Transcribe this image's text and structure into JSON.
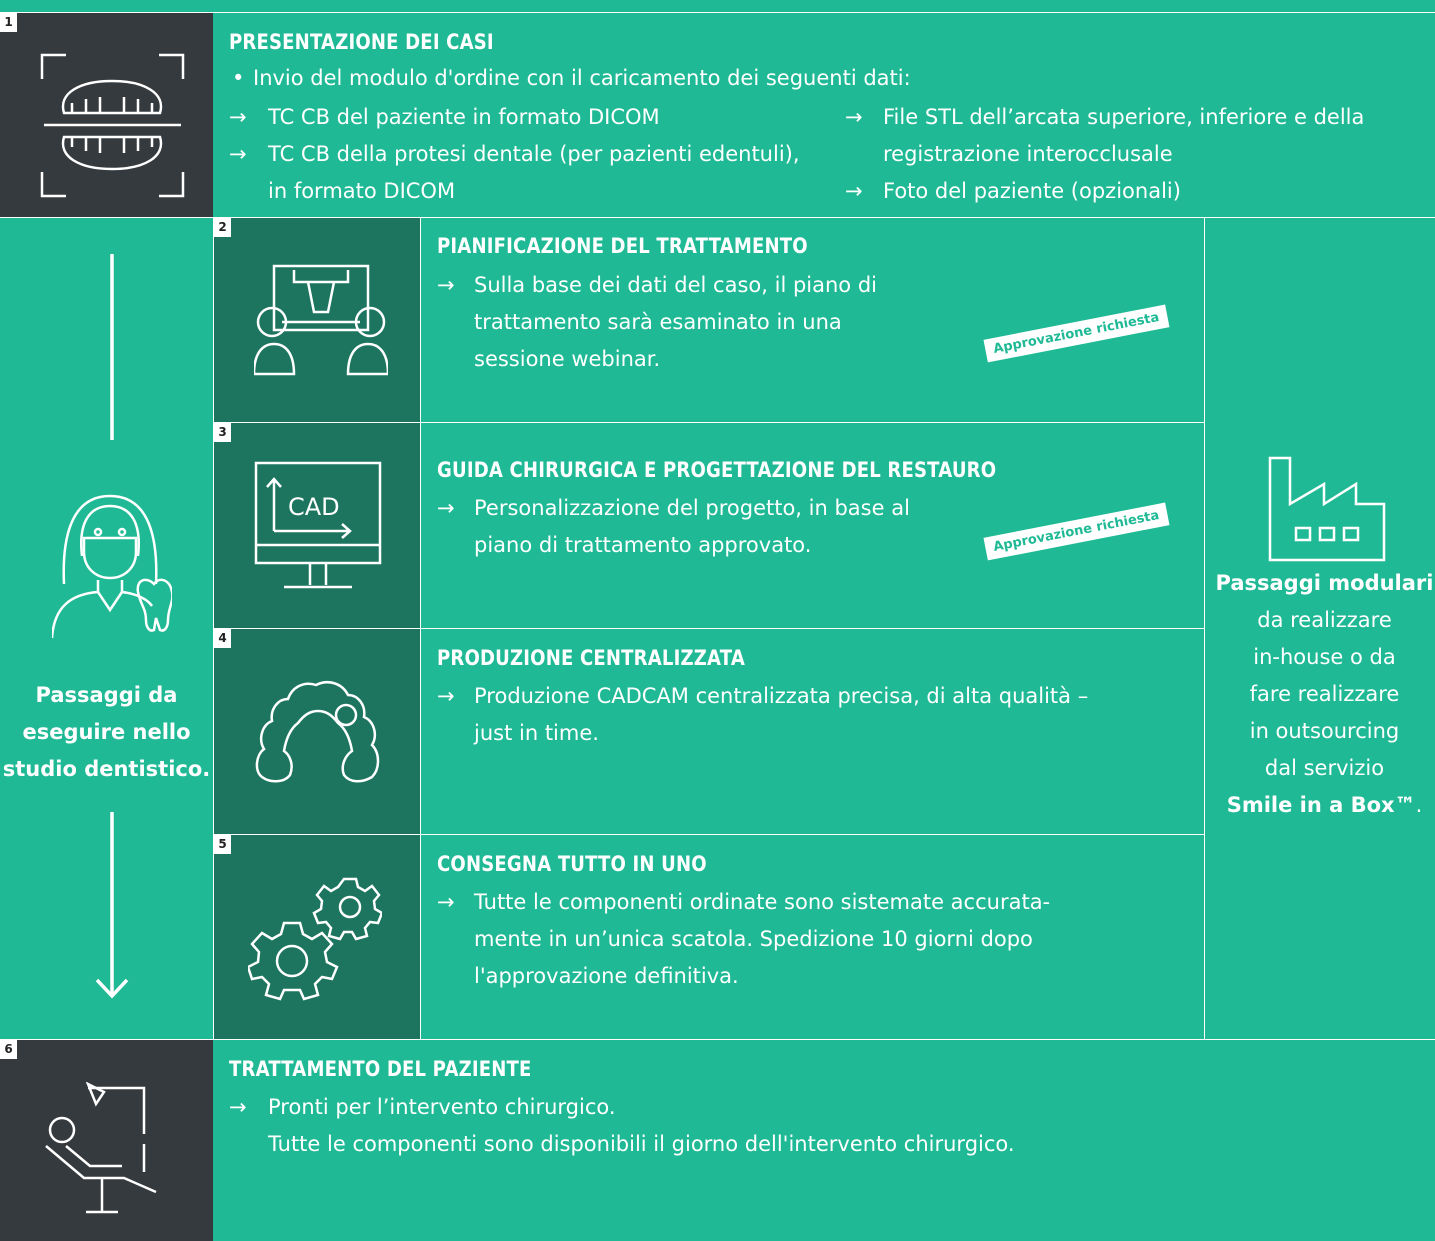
{
  "steps": {
    "s1": {
      "num": "1",
      "title": "PRESENTAZIONE DEI CASI",
      "intro": "Invio del modulo d'ordine con il caricamento dei seguenti dati:",
      "left": [
        "TC CB del paziente in formato DICOM",
        "TC CB della protesi dentale (per pazienti edentuli),",
        "in formato DICOM"
      ],
      "right": [
        "File STL dell’arcata superiore, inferiore e della",
        "registrazione interocclusale",
        "Foto del paziente (opzionali)"
      ]
    },
    "s2": {
      "num": "2",
      "title": "PIANIFICAZIONE DEL TRATTAMENTO",
      "lines": [
        "Sulla base dei dati del caso, il piano di",
        "trattamento sarà esaminato in una",
        "sessione webinar."
      ],
      "stamp": "Approvazione richiesta"
    },
    "s3": {
      "num": "3",
      "title": "GUIDA CHIRURGICA E PROGETTAZIONE DEL RESTAURO",
      "lines": [
        "Personalizzazione del progetto, in base al",
        "piano di trattamento approvato."
      ],
      "stamp": "Approvazione richiesta",
      "icon_text": "CAD"
    },
    "s4": {
      "num": "4",
      "title": "PRODUZIONE CENTRALIZZATA",
      "lines": [
        "Produzione CADCAM centralizzata precisa, di alta qualità –",
        "just in time."
      ]
    },
    "s5": {
      "num": "5",
      "title": "CONSEGNA TUTTO IN UNO",
      "lines": [
        "Tutte le componenti ordinate sono sistemate accurata-",
        "mente in un’unica scatola. Spedizione 10 giorni dopo",
        "l'approvazione definitiva."
      ]
    },
    "s6": {
      "num": "6",
      "title": "TRATTAMENTO DEL PAZIENTE",
      "lines": [
        "Pronti per l’intervento chirurgico.",
        "Tutte le componenti sono disponibili il giorno dell'intervento chirurgico."
      ]
    }
  },
  "left_panel": {
    "lines": [
      "Passaggi da",
      "eseguire nello",
      "studio dentistico."
    ]
  },
  "right_panel": {
    "bold_top": "Passaggi modulari",
    "lines": [
      "da realizzare",
      "in-house o da",
      "fare realizzare",
      "in outsourcing",
      "dal servizio"
    ],
    "bold_bottom": "Smile in a Box™",
    "bold_bottom_suffix": "."
  },
  "symbols": {
    "arrow": "→",
    "bullet": "•"
  },
  "colors": {
    "green": "#1fba95",
    "dark": "#353a3e",
    "mid_green": "#1d7560",
    "white": "#ffffff"
  },
  "icons": [
    "teeth-scan-icon",
    "webinar-planning-icon",
    "cad-monitor-icon",
    "dental-arch-icon",
    "gears-icon",
    "dentist-chair-icon",
    "dentist-icon",
    "factory-icon"
  ]
}
